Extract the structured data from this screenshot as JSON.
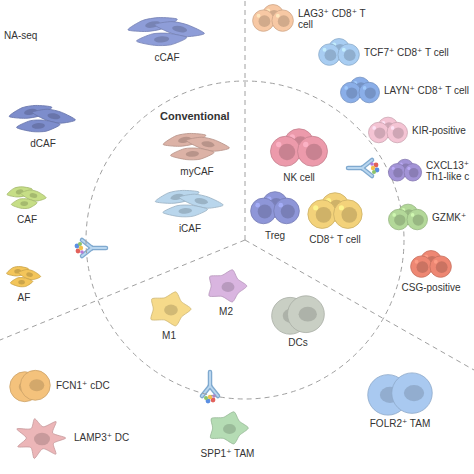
{
  "diagram": {
    "nodes": [
      {
        "text": [
          "Conventional"
        ]
      },
      {
        "text": [
          "myCAF"
        ],
        "in": 0
      },
      {
        "text": [
          "iCAF"
        ],
        "in": 0
      },
      {
        "text": [
          "NK cell"
        ],
        "in": 0
      },
      {
        "text": [
          "Treg"
        ],
        "in": 0
      },
      {
        "text": [
          "CD8⁺ T cell"
        ],
        "in": 0
      },
      {
        "text": [
          "M2"
        ],
        "in": 0
      },
      {
        "text": [
          "M1"
        ],
        "in": 0
      },
      {
        "text": [
          "DCs"
        ],
        "in": 0
      },
      {
        "text": [
          "cCAF"
        ]
      },
      {
        "text": [
          "dCAF"
        ]
      },
      {
        "text": [
          "CAF"
        ]
      },
      {
        "text": [
          "AF"
        ]
      },
      {
        "text": [
          "LAG3⁺ CD8⁺ T cell"
        ]
      },
      {
        "text": [
          "TCF7⁺ CD8⁺ T cell"
        ]
      },
      {
        "text": [
          "LAYN⁺ CD8⁺ T cell"
        ]
      },
      {
        "text": [
          "KIR-positive"
        ]
      },
      {
        "text": [
          "CXCL13⁺ Th1-like c"
        ]
      },
      {
        "text": [
          "GZMK⁺"
        ]
      },
      {
        "text": [
          "CSG-positive"
        ]
      },
      {
        "text": [
          "FCN1⁺ cDC"
        ]
      },
      {
        "text": [
          "LAMP3⁺ DC"
        ]
      },
      {
        "text": [
          "SPP1⁺ TAM"
        ]
      },
      {
        "text": [
          "FOLR2⁺ TAM"
        ]
      }
    ],
    "labels": [
      "NA-seq"
    ]
  }
}
